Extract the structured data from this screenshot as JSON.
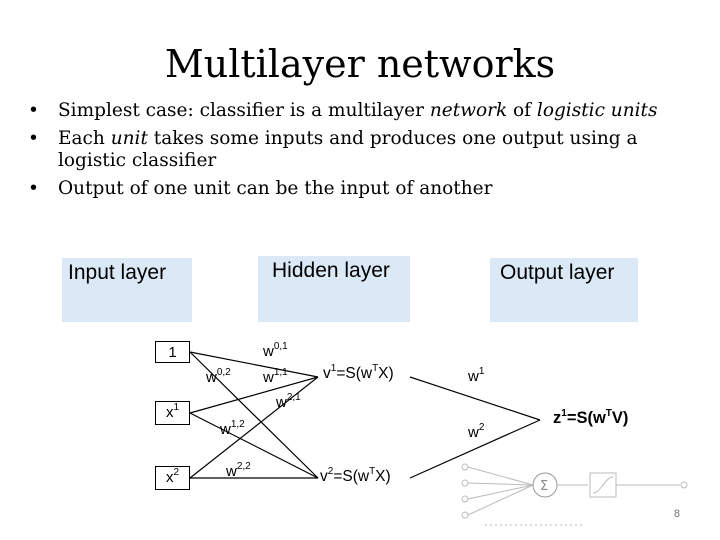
{
  "slide": {
    "title": "Multilayer networks",
    "bullets": [
      {
        "parts": [
          {
            "text": "Simplest case: classifier is a multilayer ",
            "em": false
          },
          {
            "text": "network",
            "em": true
          },
          {
            "text": " of ",
            "em": false
          },
          {
            "text": "logistic units",
            "em": true
          }
        ]
      },
      {
        "parts": [
          {
            "text": "Each ",
            "em": false
          },
          {
            "text": "unit",
            "em": true
          },
          {
            "text": " takes some inputs and produces one output using a logistic classifier",
            "em": false
          }
        ]
      },
      {
        "parts": [
          {
            "text": "Output of one unit can be the input of another",
            "em": false
          }
        ]
      }
    ],
    "slide_number": "8"
  },
  "layers": {
    "input": "Input layer",
    "hidden": "Hidden layer",
    "output": "Output layer"
  },
  "nodes": {
    "bias": "1",
    "x1": {
      "base": "x",
      "sup": "1"
    },
    "x2": {
      "base": "x",
      "sup": "2"
    }
  },
  "weights": {
    "w01": {
      "base": "w",
      "sup": "0,1"
    },
    "w02": {
      "base": "w",
      "sup": "0,2"
    },
    "w11": {
      "base": "w",
      "sup": "1,1"
    },
    "w21": {
      "base": "w",
      "sup": "2,1"
    },
    "w12": {
      "base": "w",
      "sup": "1,2"
    },
    "w22": {
      "base": "w",
      "sup": "2,2"
    },
    "w1": {
      "base": "w",
      "sup": "1"
    },
    "w2": {
      "base": "w",
      "sup": "2"
    }
  },
  "formulas": {
    "v1": {
      "a": "v",
      "a_sup": "1",
      "b": "=S(w",
      "b_sup": "T",
      "c": "X)"
    },
    "v2": {
      "a": "v",
      "a_sup": "2",
      "b": "=S(w",
      "b_sup": "T",
      "c": "X)"
    },
    "z1": {
      "a": "z",
      "a_sup": "1",
      "b": "=S(w",
      "b_sup": "T",
      "c": "V)"
    }
  }
}
